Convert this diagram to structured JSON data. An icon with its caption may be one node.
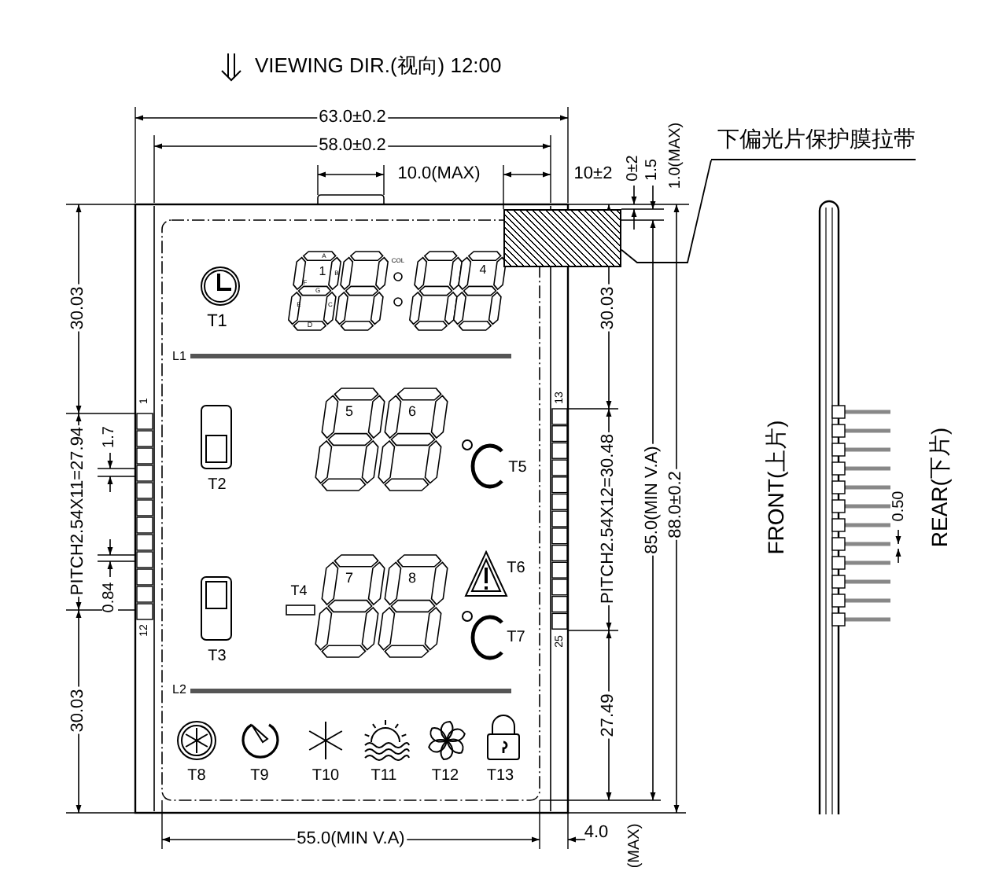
{
  "diagram": {
    "title": "VIEWING DIR.(视向) 12:00",
    "nodes": [
      {
        "text": [
          "下偏光片保护膜拉带"
        ]
      },
      {
        "text": [],
        "shape": "box"
      }
    ],
    "edges": [
      {
        "from": 0,
        "to": 1,
        "arrow": "none"
      }
    ],
    "labels": [
      "63.0±0.2",
      "58.0±0.2",
      "10.0(MAX)",
      "10±2",
      "0±2",
      "1.5",
      "1.0(MAX)",
      "A",
      "F",
      "1",
      "B",
      "G",
      "E",
      "C",
      "D",
      "COL",
      "4",
      "T1",
      "30.03",
      "30.03",
      "L1",
      "1",
      "13",
      "5",
      "6",
      "T2",
      "T5",
      "PITCH2.54X11=27.94",
      "1.7",
      "PITCH2.54X12=30.48",
      "85.0(MIN V.A)",
      "88.0±0.2",
      "FRONT(上片)",
      "REAR(下片)",
      "0.50",
      "T6",
      "T4",
      "7",
      "8",
      "0.84",
      "12",
      "25",
      "T3",
      "T7",
      "30.03",
      "27.49",
      "L2",
      "T8",
      "T9",
      "T10",
      "T11",
      "T12",
      "T13",
      "55.0(MIN V.A)",
      "4.0",
      "(MAX)"
    ]
  }
}
